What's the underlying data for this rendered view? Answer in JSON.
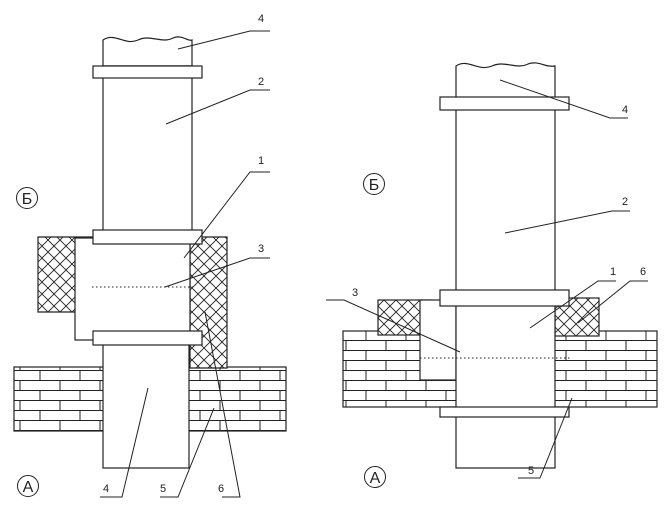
{
  "left": {
    "view_a": "А",
    "view_b": "Б",
    "labels": {
      "top_pipe": "4",
      "upper_pipe": "2",
      "inner_pipe": "1",
      "level": "3",
      "bottom_pipe": "4",
      "masonry": "5",
      "insulation": "6"
    }
  },
  "right": {
    "view_a": "А",
    "view_b": "Б",
    "labels": {
      "top_pipe": "4",
      "upper_pipe": "2",
      "inner_pipe": "1",
      "insulation": "6",
      "level": "3",
      "masonry": "5"
    }
  },
  "colors": {
    "ink": "#222222",
    "background": "#ffffff"
  }
}
